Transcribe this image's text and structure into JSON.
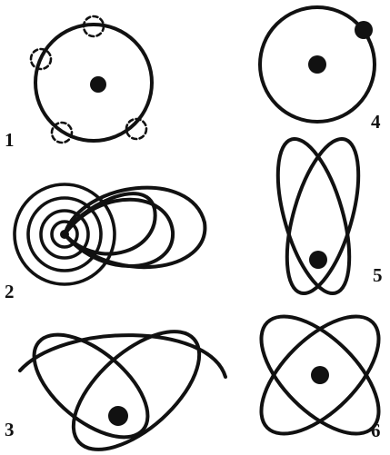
{
  "figure": {
    "labels": [
      "1",
      "2",
      "3",
      "4",
      "5",
      "6"
    ],
    "ink_color": "#111111",
    "background_color": "#ffffff"
  }
}
